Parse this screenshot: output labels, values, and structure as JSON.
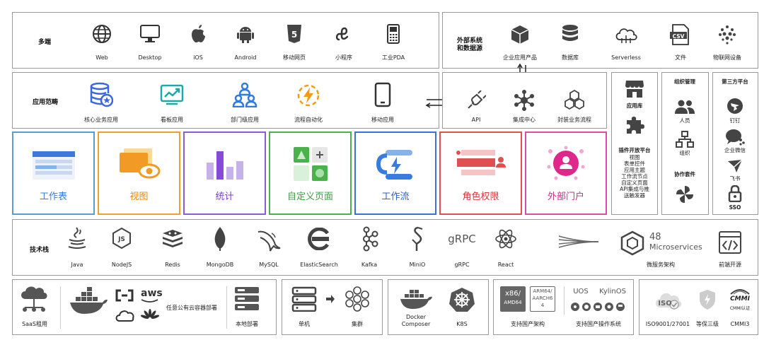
{
  "terminals": {
    "label": "多端",
    "items": [
      "Web",
      "Desktop",
      "iOS",
      "Android",
      "移动网页",
      "小程序",
      "工业PDA"
    ]
  },
  "external": {
    "label_line1": "外部系统",
    "label_line2": "和数据源",
    "items": [
      "企业应用产品",
      "数据库",
      "Serverless",
      "文件",
      "物联网设备"
    ],
    "csv_badge": "CSV"
  },
  "app_scope": {
    "label": "应用范畴",
    "items": [
      "核心业务应用",
      "看板应用",
      "部门级应用",
      "流程自动化",
      "移动应用"
    ]
  },
  "integration": {
    "items": [
      "API",
      "集成中心",
      "封装业务流程"
    ]
  },
  "modules": [
    {
      "name": "工作表",
      "color": "#5b9bd5"
    },
    {
      "name": "视图",
      "color": "#f0a030"
    },
    {
      "name": "统计",
      "color": "#8e5ad6"
    },
    {
      "name": "自定义页面",
      "color": "#4caf50"
    },
    {
      "name": "工作流",
      "color": "#3d6fd8"
    },
    {
      "name": "角色权限",
      "color": "#e05050"
    },
    {
      "name": "外部门户",
      "color": "#d94fa0"
    }
  ],
  "plugin": {
    "title": "应用库",
    "subtitle": "插件开放平台",
    "lines": [
      "视图",
      "表单控件",
      "应用主题",
      "工作流节点",
      "自定义页面",
      "API集成与推",
      "送触发器"
    ]
  },
  "org": {
    "title": "组织管理",
    "items": [
      "人员",
      "组织"
    ],
    "collab": "协作套件"
  },
  "third_party": {
    "title": "第三方平台",
    "items": [
      "钉钉",
      "企业微信",
      "飞书",
      "SSO"
    ]
  },
  "tech": {
    "label": "技术栈",
    "items": [
      "Java",
      "NodeJS",
      "Redis",
      "MongoDB",
      "MySQL",
      "ElasticSearch",
      "Kafka",
      "MiniO",
      "gRPC",
      "React"
    ],
    "grpc_logo": "gRPC",
    "micro_count": "48",
    "micro_text": "Microservices",
    "micro_label": "微服务架构",
    "frontend_label": "前端开源"
  },
  "deploy": {
    "saas": "SaaS租用",
    "cloud": "任意公有云容器部署",
    "aws": "aws",
    "local": "本地部署",
    "single": "单机",
    "cluster": "集群",
    "docker_line1": "Docker",
    "docker_line2": "Composer",
    "k8s": "K8S",
    "x86": "x86/",
    "amd64": "AMD64",
    "arm_line1": "ARM64/",
    "arm_line2": "AARCH6",
    "arm_line3": "4",
    "arch_label": "支持国产架构",
    "uos": "UOS",
    "kylin": "KylinOS",
    "os_label": "支持国产操作系统",
    "iso_badge": "ISO",
    "cmmi_badge": "CMMI",
    "cmmi_small": "CMMI认证",
    "iso_label": "ISO9001/27001",
    "level3": "等保三级",
    "cmmi3": "CMMI3"
  }
}
